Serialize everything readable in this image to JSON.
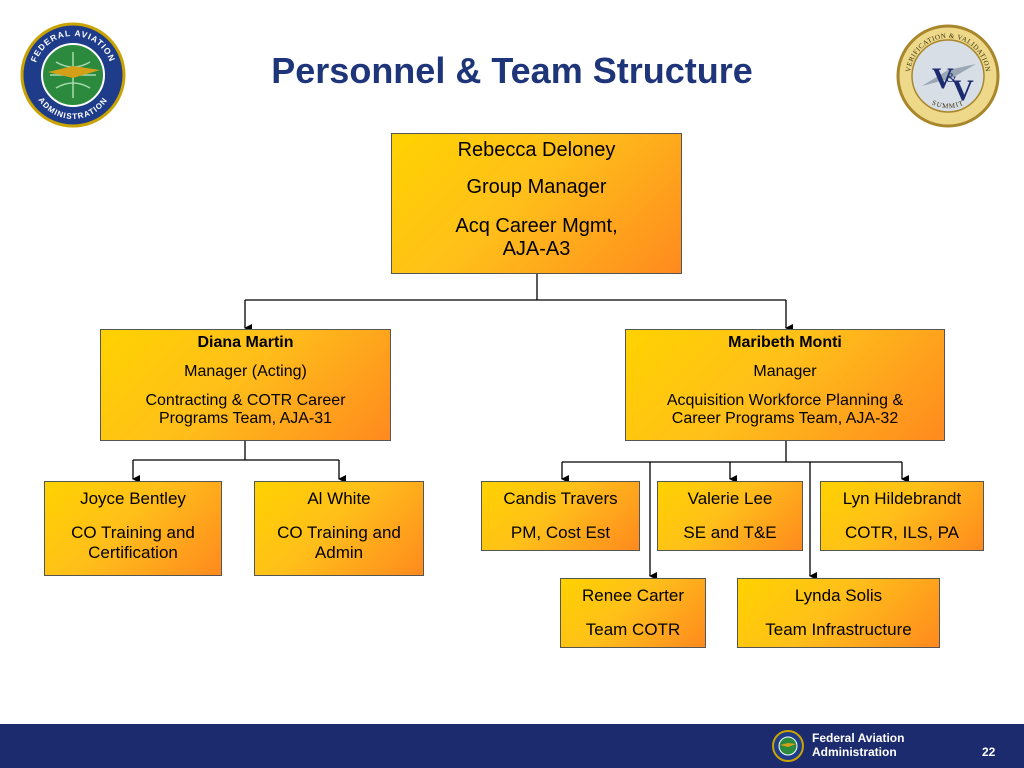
{
  "header": {
    "title": "Personnel & Team Structure",
    "left_logo_top_text": "FEDERAL AVIATION",
    "left_logo_bottom_text": "ADMINISTRATION",
    "right_logo_top_text": "VERIFICATION & VALIDATION",
    "right_logo_bottom_text": "SUMMIT"
  },
  "org": {
    "top": {
      "name": "Rebecca Deloney",
      "role": "Group Manager",
      "org_line1": "Acq Career Mgmt,",
      "org_line2": "AJA-A3"
    },
    "left_manager": {
      "name": "Diana Martin",
      "role": "Manager (Acting)",
      "org_line1": "Contracting & COTR Career",
      "org_line2": "Programs Team, AJA-31"
    },
    "right_manager": {
      "name": "Maribeth Monti",
      "role": "Manager",
      "org_line1": "Acquisition Workforce Planning &",
      "org_line2": "Career Programs Team, AJA-32"
    },
    "joyce": {
      "name": "Joyce Bentley",
      "line1": "CO Training and",
      "line2": "Certification"
    },
    "al": {
      "name": "Al White",
      "line1": "CO Training and",
      "line2": "Admin"
    },
    "candis": {
      "name": "Candis Travers",
      "line1": "PM, Cost Est"
    },
    "valerie": {
      "name": "Valerie Lee",
      "line1": "SE and T&E"
    },
    "lyn": {
      "name": "Lyn Hildebrandt",
      "line1": "COTR, ILS, PA"
    },
    "renee": {
      "name": "Renee Carter",
      "line1": "Team COTR"
    },
    "lynda": {
      "name": "Lynda Solis",
      "line1": "Team Infrastructure"
    }
  },
  "footer": {
    "line1": "Federal Aviation",
    "line2": "Administration",
    "page": "22"
  }
}
